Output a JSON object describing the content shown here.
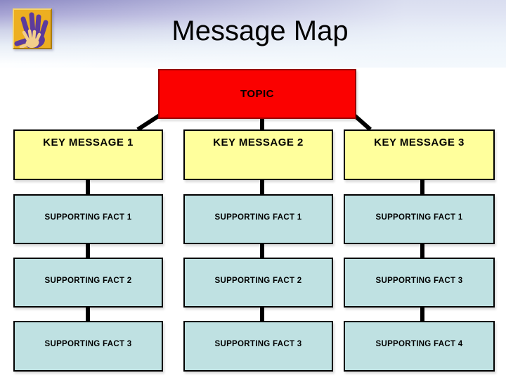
{
  "slide": {
    "title": "Message Map"
  },
  "logo": {
    "name": "two-hands-logo",
    "square_color": "#EDAF21",
    "big_hand_color": "#5C3B9C",
    "small_hand_color": "#F2CE8C"
  },
  "header": {
    "gradient_top_color": "#8B88C3",
    "gradient_bottom_color": "#FFFFFF"
  },
  "diagram": {
    "topic": {
      "label": "TOPIC",
      "fill": "#FB0100",
      "border": "#970000"
    },
    "key_message_fill": "#FFFF9C",
    "fact_fill": "#BFE1E2",
    "box_border": "#000000",
    "connector_color": "#000000",
    "columns": [
      {
        "key_message": "KEY MESSAGE 1",
        "facts": [
          "SUPPORTING FACT 1",
          "SUPPORTING FACT 2",
          "SUPPORTING FACT 3"
        ]
      },
      {
        "key_message": "KEY MESSAGE 2",
        "facts": [
          "SUPPORTING FACT 1",
          "SUPPORTING FACT 2",
          "SUPPORTING FACT 3"
        ]
      },
      {
        "key_message": "KEY MESSAGE 3",
        "facts": [
          "SUPPORTING FACT 1",
          "SUPPORTING FACT 3",
          "SUPPORTING FACT 4"
        ]
      }
    ]
  }
}
